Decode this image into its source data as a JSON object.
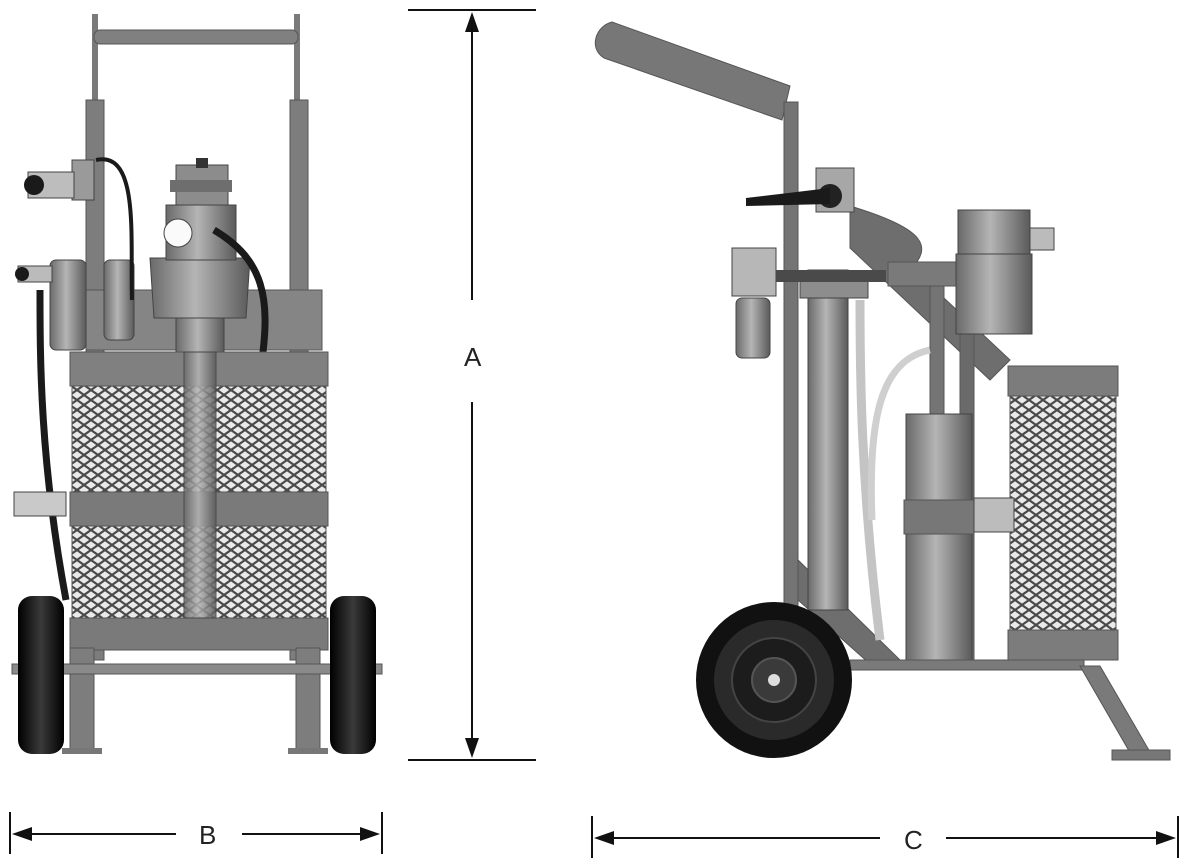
{
  "dimensions": {
    "height_label": "A",
    "width_front_label": "B",
    "length_side_label": "C"
  },
  "colors": {
    "frame": "#7a7a7a",
    "frame_dark": "#5e5e5e",
    "tire": "#1a1a1a",
    "line": "#111111"
  }
}
